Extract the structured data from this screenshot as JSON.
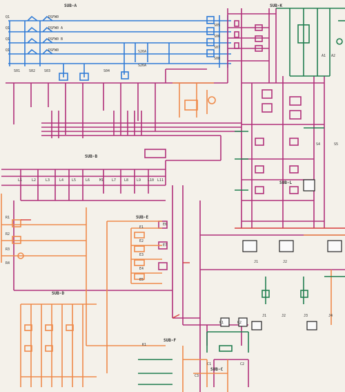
{
  "colors": {
    "paper": "#f4f1ea",
    "blue": "#2f7bd6",
    "magenta": "#b0307a",
    "orange": "#ee8a4a",
    "green": "#1f7d4e",
    "red": "#d83a3a",
    "dark": "#222222"
  },
  "subsystems": {
    "sub_a": "SUB-A",
    "sub_k": "SUB-K",
    "sub_b": "SUB-B",
    "sub_l": "SUB-L",
    "sub_e": "SUB-E",
    "sub_d": "SUB-D",
    "sub_f": "SUB-F",
    "sub_c": "SUB-C"
  },
  "blue_section": {
    "left_labels": [
      "Q1",
      "Q1",
      "Q1",
      "Q1"
    ],
    "feeder_labels": [
      "DSFW0",
      "DSFW0 A",
      "DSFW0 B",
      "DSFW0"
    ],
    "left_numbers": [
      "S01",
      "S02",
      "S03",
      "S04"
    ],
    "right_numbers": [
      "S05",
      "S06",
      "S07",
      "S08"
    ],
    "mid_tags": [
      "S26A",
      "S26A"
    ]
  },
  "sub_e_labels": [
    "E1",
    "E2",
    "E3",
    "E4",
    "E5",
    "E6",
    "E7"
  ],
  "sub_b_labels": [
    "L1",
    "L2",
    "L3",
    "L4",
    "L5",
    "L6",
    "M1",
    "L7",
    "L8",
    "L9",
    "L10",
    "L11"
  ],
  "left_labels": [
    "R1",
    "R2",
    "R3",
    "R4"
  ],
  "bottom_labels": {
    "r1": "R1",
    "r2": "R2",
    "c1": "C1",
    "c2": "C2",
    "c3": "C3",
    "k1": "K1",
    "j1": "J1",
    "j2": "J2"
  },
  "right_labels": [
    "A1",
    "A2",
    "S4",
    "S5",
    "J1",
    "J2",
    "J3",
    "J4"
  ]
}
